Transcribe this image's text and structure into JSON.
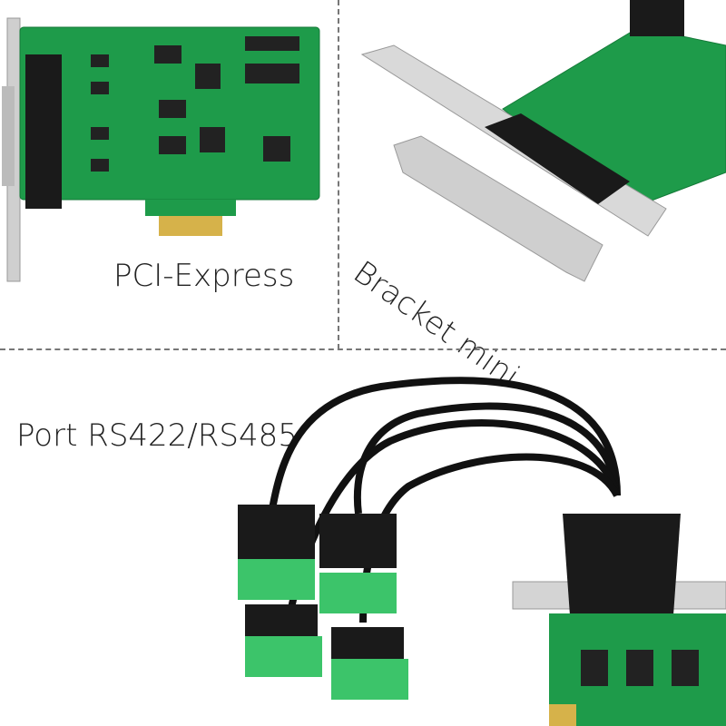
{
  "labels": {
    "pci_express": "PCI-Express",
    "bracket_mini": "Bracket mini",
    "port": "Port RS422/RS485"
  },
  "colors": {
    "pcb_green": "#1e9b4a",
    "terminal_green": "#3cc46a",
    "bracket_silver": "#d4d4d4",
    "gold_contacts": "#d6b24a",
    "cable_black": "#111111"
  }
}
